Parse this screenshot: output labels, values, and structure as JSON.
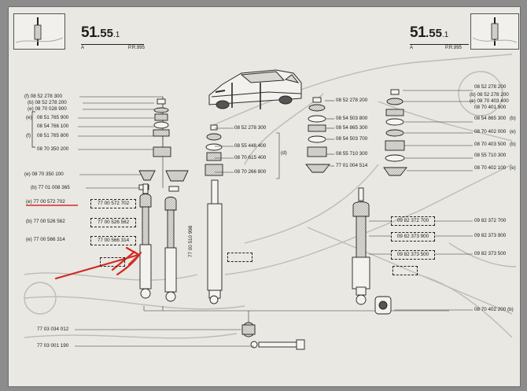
{
  "header": {
    "left": {
      "num_big": "51",
      "num_small": ".55",
      "num_index": ".1",
      "code_left": "A",
      "code_right": "P.R.995"
    },
    "right": {
      "num_big": "51",
      "num_small": ".55",
      "num_index": ".1",
      "code_left": "A",
      "code_right": "P.R.995"
    }
  },
  "left_labels": [
    {
      "text": "(f) 08 52 278 300"
    },
    {
      "text": "(b) 08 52 278 200"
    },
    {
      "text": "(e) 08 70 028 900"
    },
    {
      "text": "08 51 765 900"
    },
    {
      "text": "08 54 766 100"
    },
    {
      "text": "08 51 765 800"
    },
    {
      "text": "08 70 350 200"
    },
    {
      "text": "(e) 08 70 350 100"
    },
    {
      "text": "(b) 77 01 008 365"
    },
    {
      "text": "(e) 77 00 572 702"
    },
    {
      "text": "(b) 77 00 526 562"
    },
    {
      "text": "(e) 77 00 566 314"
    }
  ],
  "left_bracket_letters": {
    "upper": "(e)",
    "lower": "(f)"
  },
  "left_boxes": [
    {
      "text": "77 00 572 702"
    },
    {
      "text": "77 00 526 562"
    },
    {
      "text": "77 00 566 314"
    }
  ],
  "center_labels": [
    {
      "text": "08 52 278 300"
    },
    {
      "text": "08 55 448 400"
    },
    {
      "text": "08 70 615 400"
    },
    {
      "text": "08 70 266 800"
    }
  ],
  "center_bracket_letter": "(d)",
  "center_shock_part": "77 00 510 998",
  "right_center_labels": [
    {
      "text": "08 52 278 200"
    },
    {
      "text": "08 54 503 800"
    },
    {
      "text": "08 54 865 300"
    },
    {
      "text": "08 54 503 700"
    },
    {
      "text": "08 55 710 300"
    },
    {
      "text": "77 01 004 514"
    }
  ],
  "far_right_labels": [
    {
      "text": "08 52 278 200"
    },
    {
      "text": "(b) 08 52 278 200"
    },
    {
      "text": "(e) 08 70 403 400"
    },
    {
      "text": "08 54 865 300"
    },
    {
      "text": "08 70 401 900"
    },
    {
      "text": "08 70 402 000"
    },
    {
      "text": "08 70 403 500"
    },
    {
      "text": "08 55 710 300"
    },
    {
      "text": "08 70 402 100"
    }
  ],
  "far_right_letters": [
    "(b)",
    "(e)",
    "(b)",
    "(e)"
  ],
  "right_boxes": [
    {
      "text": "09 82 372 700"
    },
    {
      "text": "09 82 373 900"
    },
    {
      "text": "09 82 373 500"
    }
  ],
  "right_part_numbers": [
    {
      "text": "09 82 372 700"
    },
    {
      "text": "09 82 373 900"
    },
    {
      "text": "09 82 373 500"
    }
  ],
  "bottom_right_label": "08 70 402 200 (b)",
  "bottom_left_labels": [
    {
      "text": "77 03 034 012"
    },
    {
      "text": "77 03 001 190"
    }
  ],
  "colors": {
    "paper": "#e9e8e3",
    "ink": "#1e1e1e",
    "arrow": "#d42a24",
    "underline": "#d42a24"
  }
}
